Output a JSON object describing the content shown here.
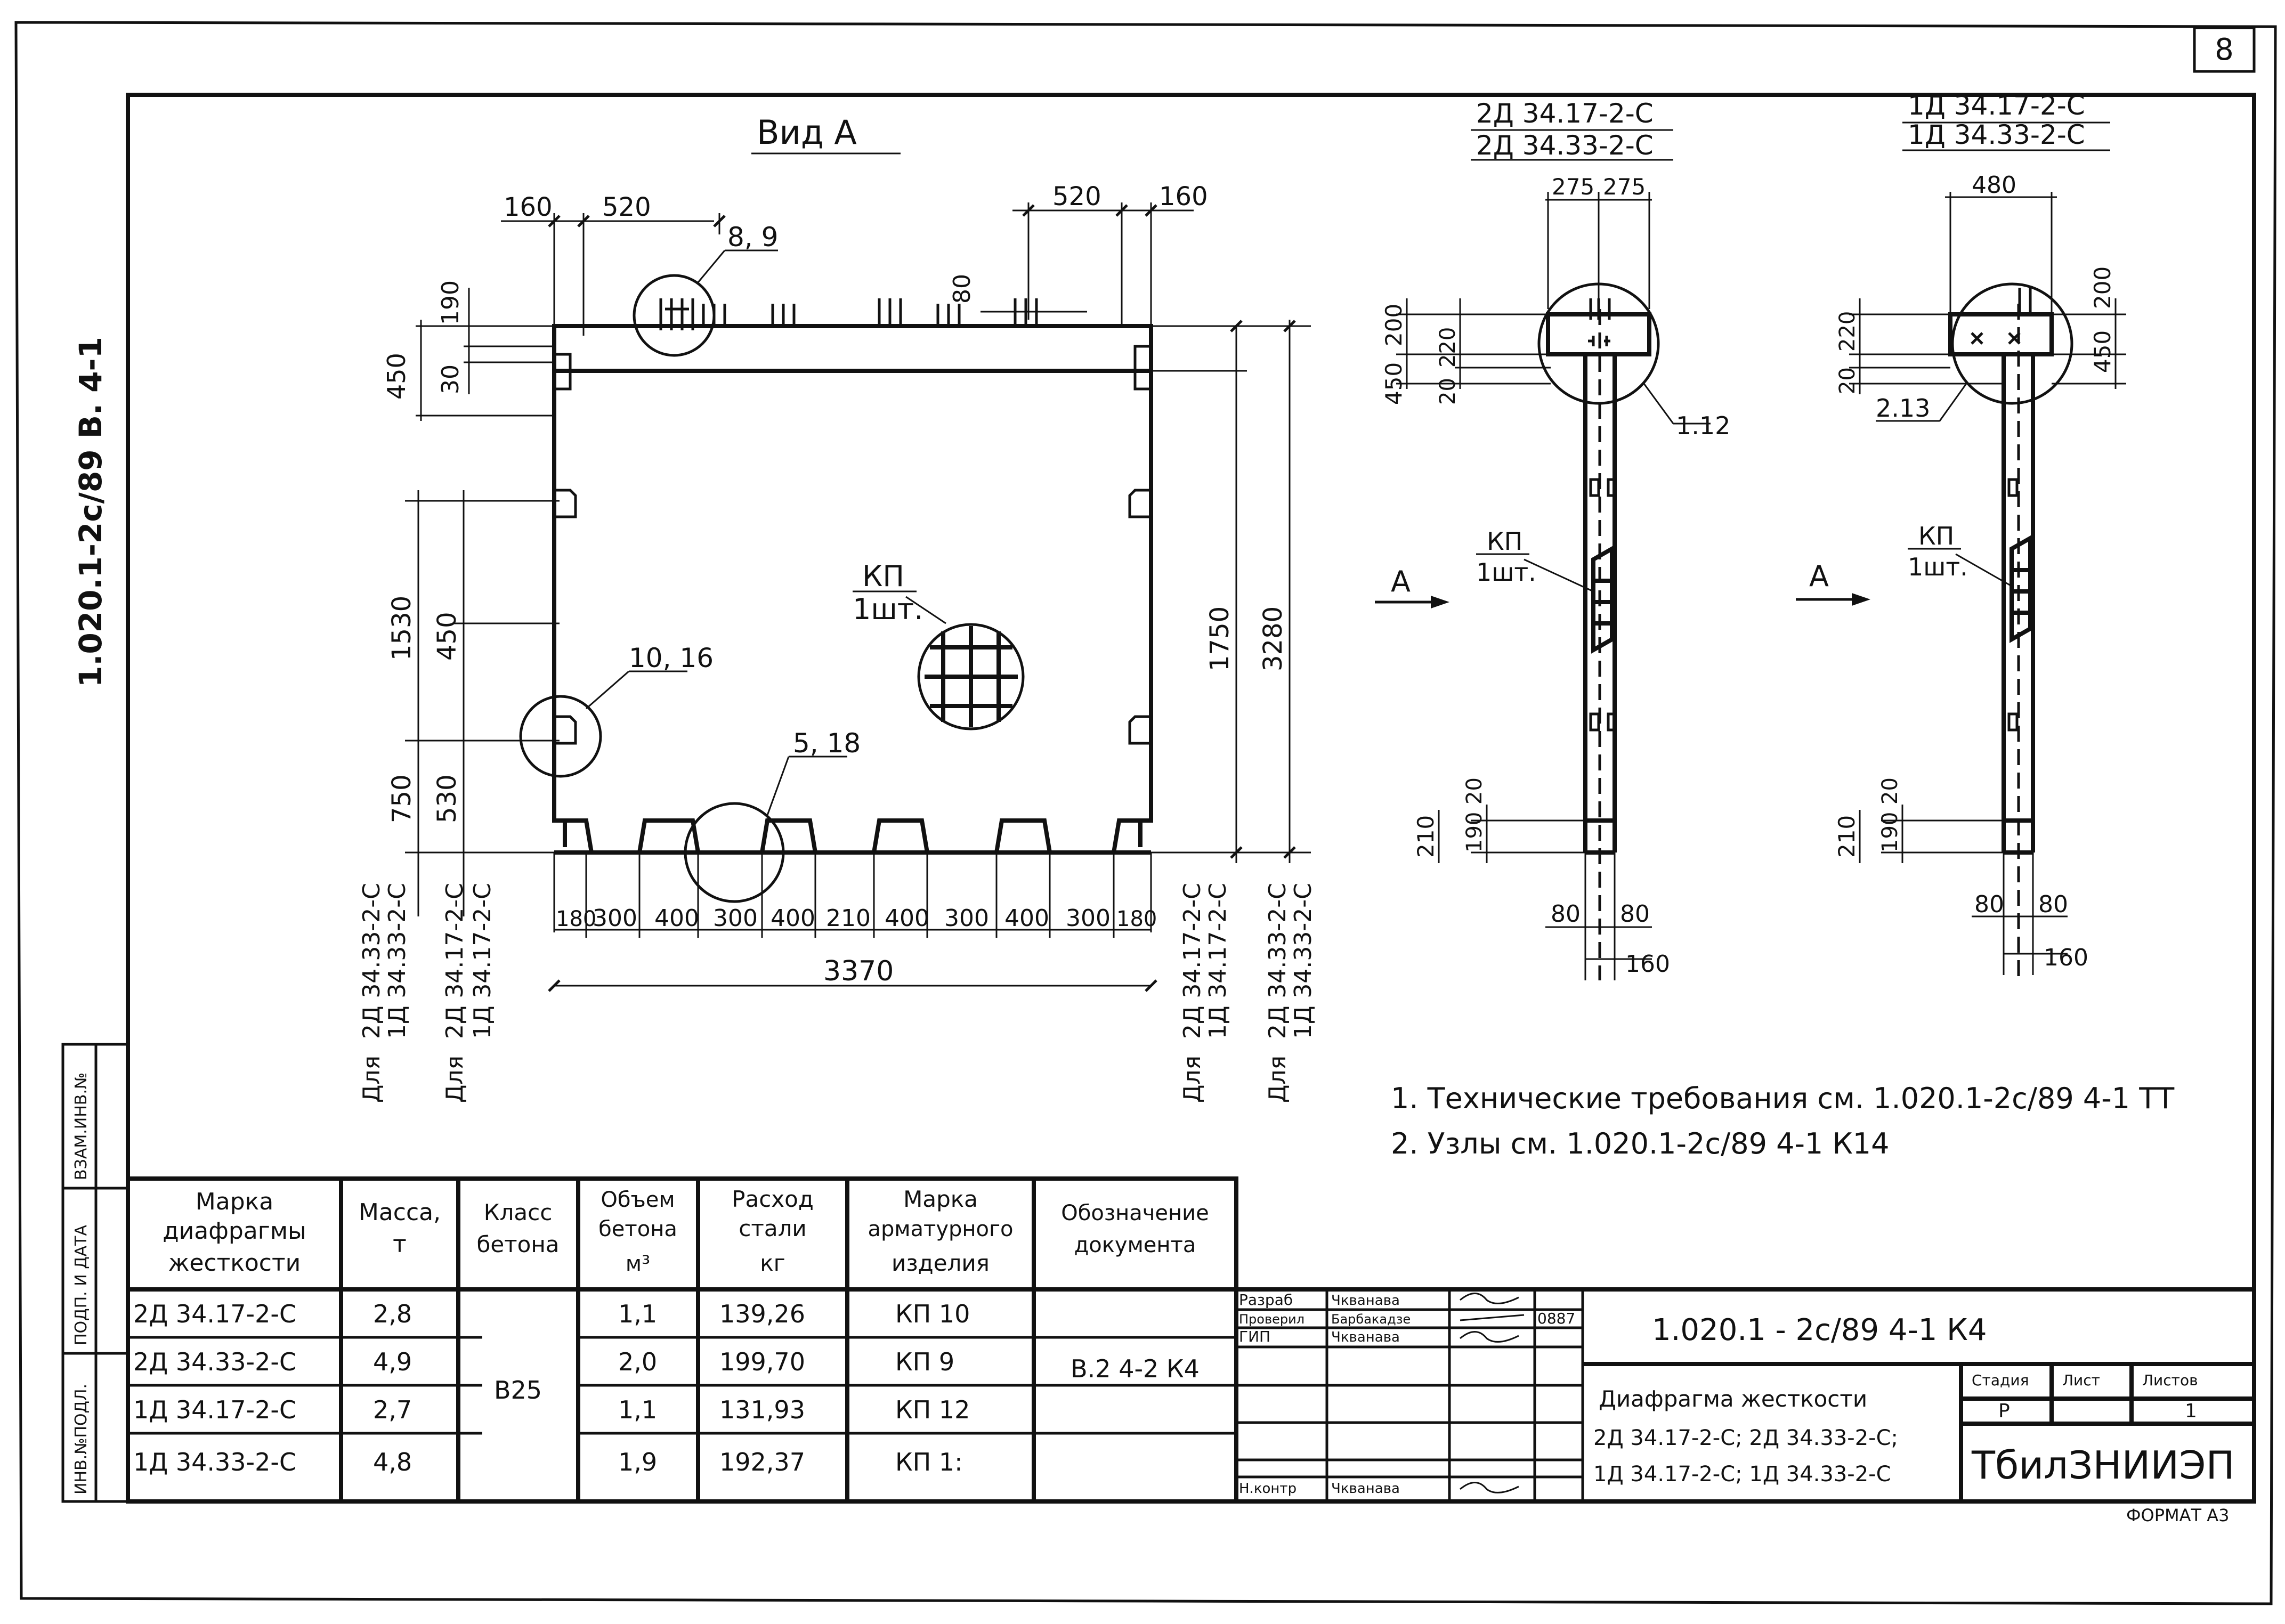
{
  "sheet_number": "8",
  "side_code": "1.020.1-2с/89  В. 4-1",
  "margin_stamps": {
    "inv_orig": "ИНВ.№ПОДЛ.",
    "sign_date": "ПОДП. И ДАТА",
    "instead_inv": "ВЗАМ.ИНВ.№"
  },
  "view_a": {
    "title": "Вид  А",
    "top_dims": [
      "160",
      "520",
      "520",
      "160"
    ],
    "callouts": {
      "c89": "8, 9",
      "c1016": "10, 16",
      "c518": "5, 18"
    },
    "small_dims": {
      "d80": "80",
      "d190": "190",
      "d30": "30",
      "d450_top": "450"
    },
    "kp_label": "КП",
    "kp_qty": "1шт.",
    "left_dims": {
      "d1530": "1530",
      "d450": "450",
      "d750": "750",
      "d530": "530"
    },
    "right_dims": {
      "d1750": "1750",
      "d3280": "3280"
    },
    "bottom_dims": [
      "180",
      "300",
      "400",
      "300",
      "400",
      "210",
      "400",
      "300",
      "400",
      "300",
      "180"
    ],
    "total_width": "3370",
    "for_label": "Для",
    "left_marks_a": [
      "2Д 34.33-2-С",
      "1Д 34.33-2-С"
    ],
    "left_marks_b": [
      "2Д 34.17-2-С",
      "1Д 34.17-2-С"
    ],
    "right_marks_a": [
      "2Д 34.17-2-С",
      "1Д 34.17-2-С"
    ],
    "right_marks_b": [
      "2Д 34.33-2-С",
      "1Д 34.33-2-С"
    ]
  },
  "section_2d": {
    "mark_top": "2Д 34.17-2-С",
    "mark_bottom": "2Д 34.33-2-С",
    "dim_top": [
      "275",
      "275"
    ],
    "left_dims": {
      "d200": "200",
      "d450": "450",
      "d220": "220",
      "d20": "20",
      "d20b": "20",
      "d210": "210",
      "d190": "190"
    },
    "callout": "1.12",
    "kp_label": "КП",
    "kp_qty": "1шт.",
    "arrow_label": "А",
    "bottom_dims": {
      "d80a": "80",
      "d80b": "80",
      "d160": "160"
    }
  },
  "section_1d": {
    "mark_top": "1Д 34.17-2-С",
    "mark_bottom": "1Д 34.33-2-С",
    "dim_top": "480",
    "left_dims": {
      "d220": "220",
      "d20": "20",
      "d20b": "20",
      "d210": "210",
      "d190": "190"
    },
    "right_dims": {
      "d200": "200",
      "d450": "450"
    },
    "callout": "2.13",
    "kp_label": "КП",
    "kp_qty": "1шт.",
    "arrow_label": "А",
    "bottom_dims": {
      "d80a": "80",
      "d80b": "80",
      "d160": "160"
    }
  },
  "notes": [
    "1. Технические  требования  см.  1.020.1-2с/89  4-1  ТТ",
    "2. Узлы  см.  1.020.1-2с/89  4-1  К14"
  ],
  "spec_table": {
    "headers": [
      [
        "Марка",
        "диафрагмы",
        "жесткости"
      ],
      [
        "Масса,",
        "т"
      ],
      [
        "Класс",
        "бетона"
      ],
      [
        "Объем",
        "бетона",
        "м³"
      ],
      [
        "Расход",
        "стали",
        "кг"
      ],
      [
        "Марка",
        "арматурного",
        "изделия"
      ],
      [
        "Обозначение",
        "документа"
      ]
    ],
    "rows": [
      [
        "2Д 34.17-2-С",
        "2,8",
        "1,1",
        "139,26",
        "КП 10"
      ],
      [
        "2Д 34.33-2-С",
        "4,9",
        "2,0",
        "199,70",
        "КП 9"
      ],
      [
        "1Д 34.17-2-С",
        "2,7",
        "1,1",
        "131,93",
        "КП 12"
      ],
      [
        "1Д 34.33-2-С",
        "4,8",
        "1,9",
        "192,37",
        "КП 1:"
      ]
    ],
    "concrete_class": "В25",
    "document": "В.2  4-2 К4"
  },
  "title_block": {
    "roles": [
      "Разраб",
      "Проверил",
      "ГИП",
      "",
      "",
      "",
      "Н.контр"
    ],
    "names": [
      "Чкванава",
      "Барбакадзе",
      "Чкванава",
      "",
      "",
      "",
      "Чкванава"
    ],
    "date": "0887",
    "designation": "1.020.1 - 2с/89   4-1    К4",
    "name_line1": "Диафрагма  жесткости",
    "name_line2": "2Д 34.17-2-С;  2Д 34.33-2-С;",
    "name_line3": "1Д 34.17-2-С;  1Д 34.33-2-С",
    "stage_label": "Стадия",
    "sheet_label": "Лист",
    "sheets_label": "Листов",
    "stage_value": "Р",
    "sheets_value": "1",
    "org": "ТбилЗНИИЭП",
    "format": "ФОРМАТ  А3"
  }
}
